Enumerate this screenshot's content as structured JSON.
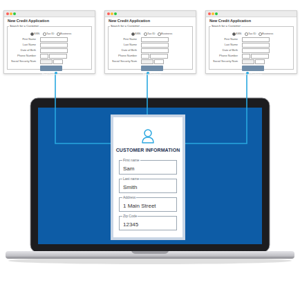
{
  "diagram": {
    "nodes": [
      {
        "text": [
          "New Credit Application",
          "Search for a Customer",
          "SSN",
          "Tax ID",
          "Business",
          "First Name",
          "Last Name",
          "Date of Birth",
          "Phone Number",
          "Social Security Num",
          "Find Customer"
        ]
      },
      {
        "text": [
          "New Credit Application",
          "Search for a Customer",
          "SSN",
          "Tax ID",
          "Business",
          "First Name",
          "Last Name",
          "Date of Birth",
          "Phone Number",
          "Social Security Num",
          "Find Customer"
        ]
      },
      {
        "text": [
          "New Credit Application",
          "Search for a Customer",
          "SSN",
          "Tax ID",
          "Business",
          "First Name",
          "Last Name",
          "Date of Birth",
          "Phone Number",
          "Social Security Num",
          "Find Customer"
        ]
      },
      {
        "text": [
          "CUSTOMER INFORMATION"
        ]
      },
      {
        "text": [
          "First name",
          "Sam"
        ],
        "in": 3
      },
      {
        "text": [
          "Last name",
          "Smith"
        ],
        "in": 3
      },
      {
        "text": [
          "Address",
          "1 Main Street"
        ],
        "in": 3
      },
      {
        "text": [
          "Zip Code",
          "12345"
        ],
        "in": 3
      }
    ],
    "edges": [
      {
        "from": 0,
        "to": 3,
        "arrow": "none"
      },
      {
        "from": 1,
        "to": 3,
        "arrow": "none"
      },
      {
        "from": 2,
        "to": 3,
        "arrow": "none"
      }
    ]
  }
}
